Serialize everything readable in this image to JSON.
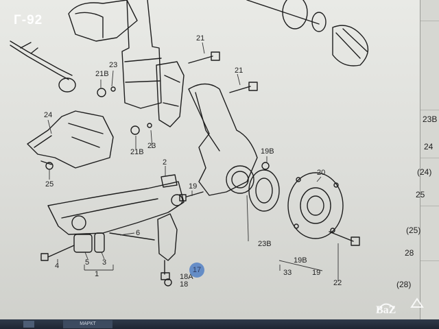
{
  "overlay": {
    "channel_tag": "Г-92"
  },
  "diagram_labels": {
    "part_21_top": "21",
    "part_21_mid": "21",
    "part_21b_left": "21B",
    "part_23_left": "23",
    "part_21b_lower": "21B",
    "part_23_lower": "23",
    "part_24": "24",
    "part_25": "25",
    "part_19b": "19B",
    "part_2": "2",
    "part_19": "19",
    "part_20": "20",
    "part_6": "6",
    "part_4": "4",
    "part_5": "5",
    "part_3": "3",
    "part_1": "1",
    "part_17": "17",
    "part_18a": "18A",
    "part_18": "18",
    "part_23b": "23B",
    "part_19b_hub": "19B",
    "part_33": "33",
    "part_19_hub": "19",
    "part_22": "22"
  },
  "side_list": [
    "23B",
    "24",
    "(24)",
    "25",
    "(25)",
    "28",
    "(28)"
  ],
  "taskbar": {
    "item_label": "МАРКТ"
  },
  "watermark": {
    "text": "BaZ"
  }
}
